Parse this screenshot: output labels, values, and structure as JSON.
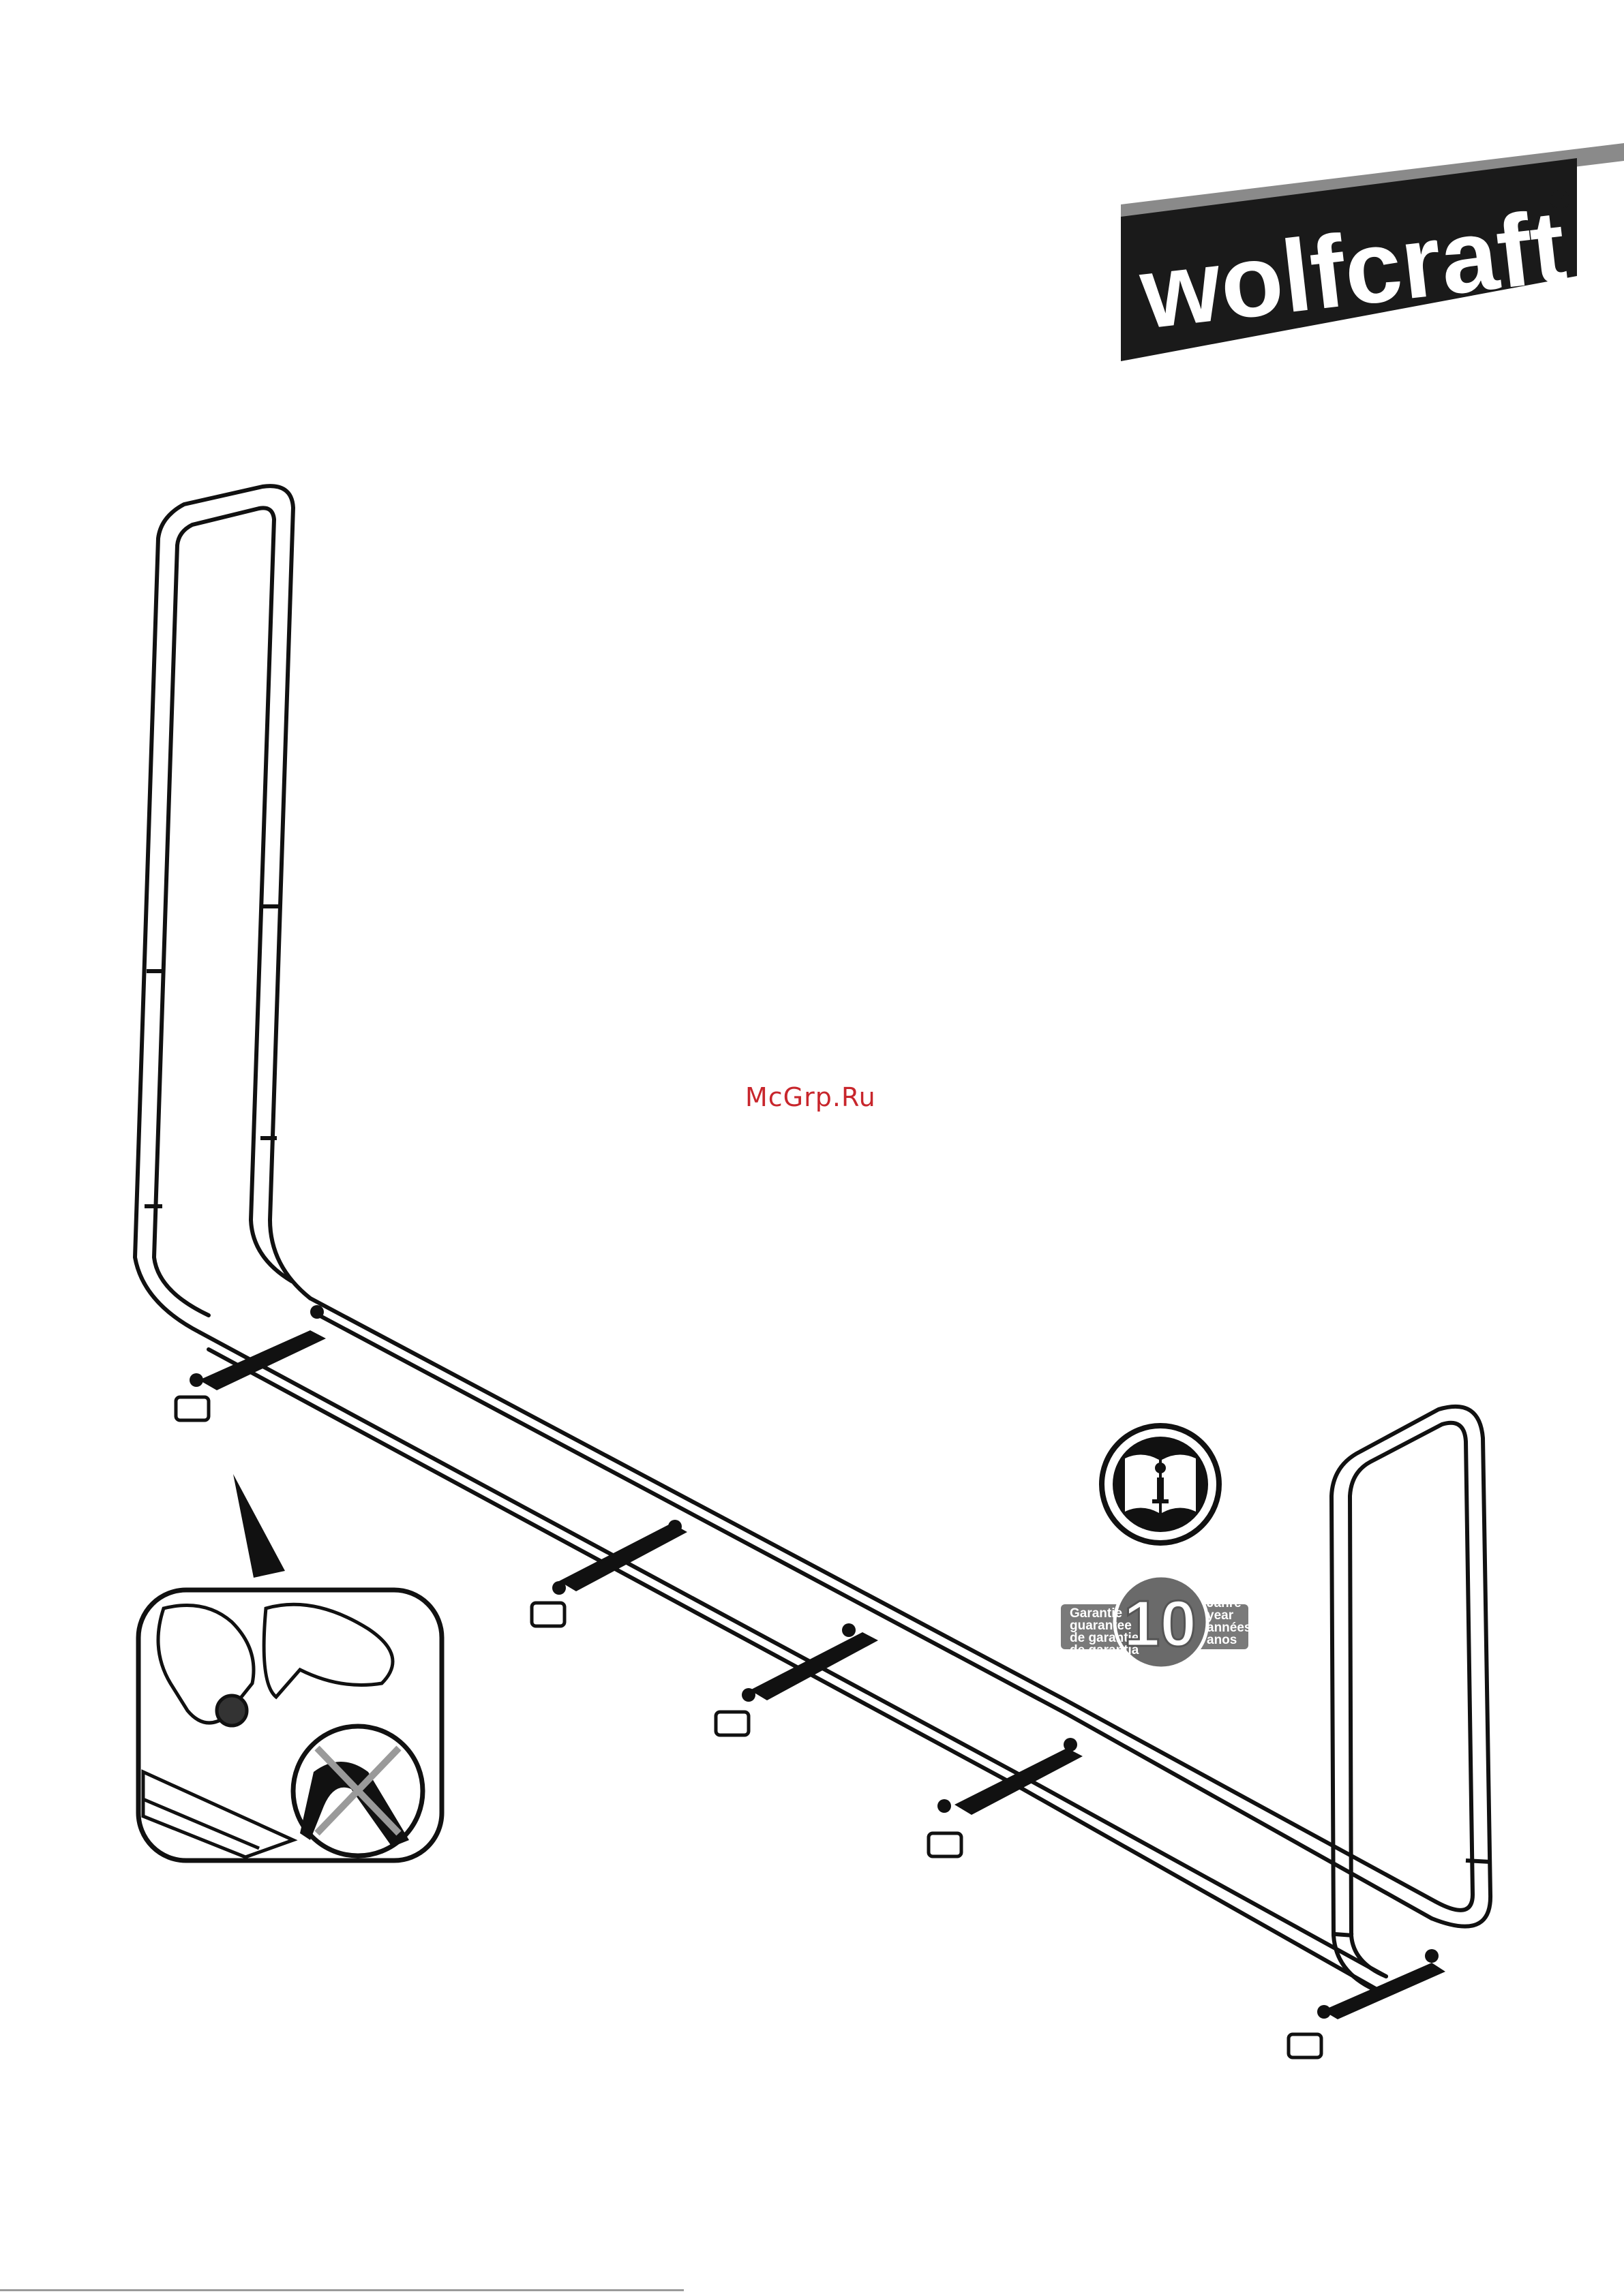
{
  "brand": {
    "logo_text": "wolfcraft",
    "registered_mark": "®",
    "colors": {
      "logo_band": "#1a1a1a",
      "logo_band_shadow": "#7a7a7a"
    }
  },
  "watermark": {
    "text": "McGrp.Ru",
    "color": "#c8262c"
  },
  "manual_badge": {
    "icon": "read-manual-info-icon"
  },
  "warranty_badge": {
    "left_lines": [
      "Garantie",
      "guarantee",
      "de garantie",
      "de garantia"
    ],
    "number": "10",
    "right_lines": [
      "Jahre",
      "year",
      "années",
      "anos"
    ]
  },
  "detail_callout": {
    "icons": [
      "hand-assembly-icon",
      "no-pliers-icon"
    ]
  },
  "product": {
    "illustration": "log-rack-frame-icon"
  }
}
